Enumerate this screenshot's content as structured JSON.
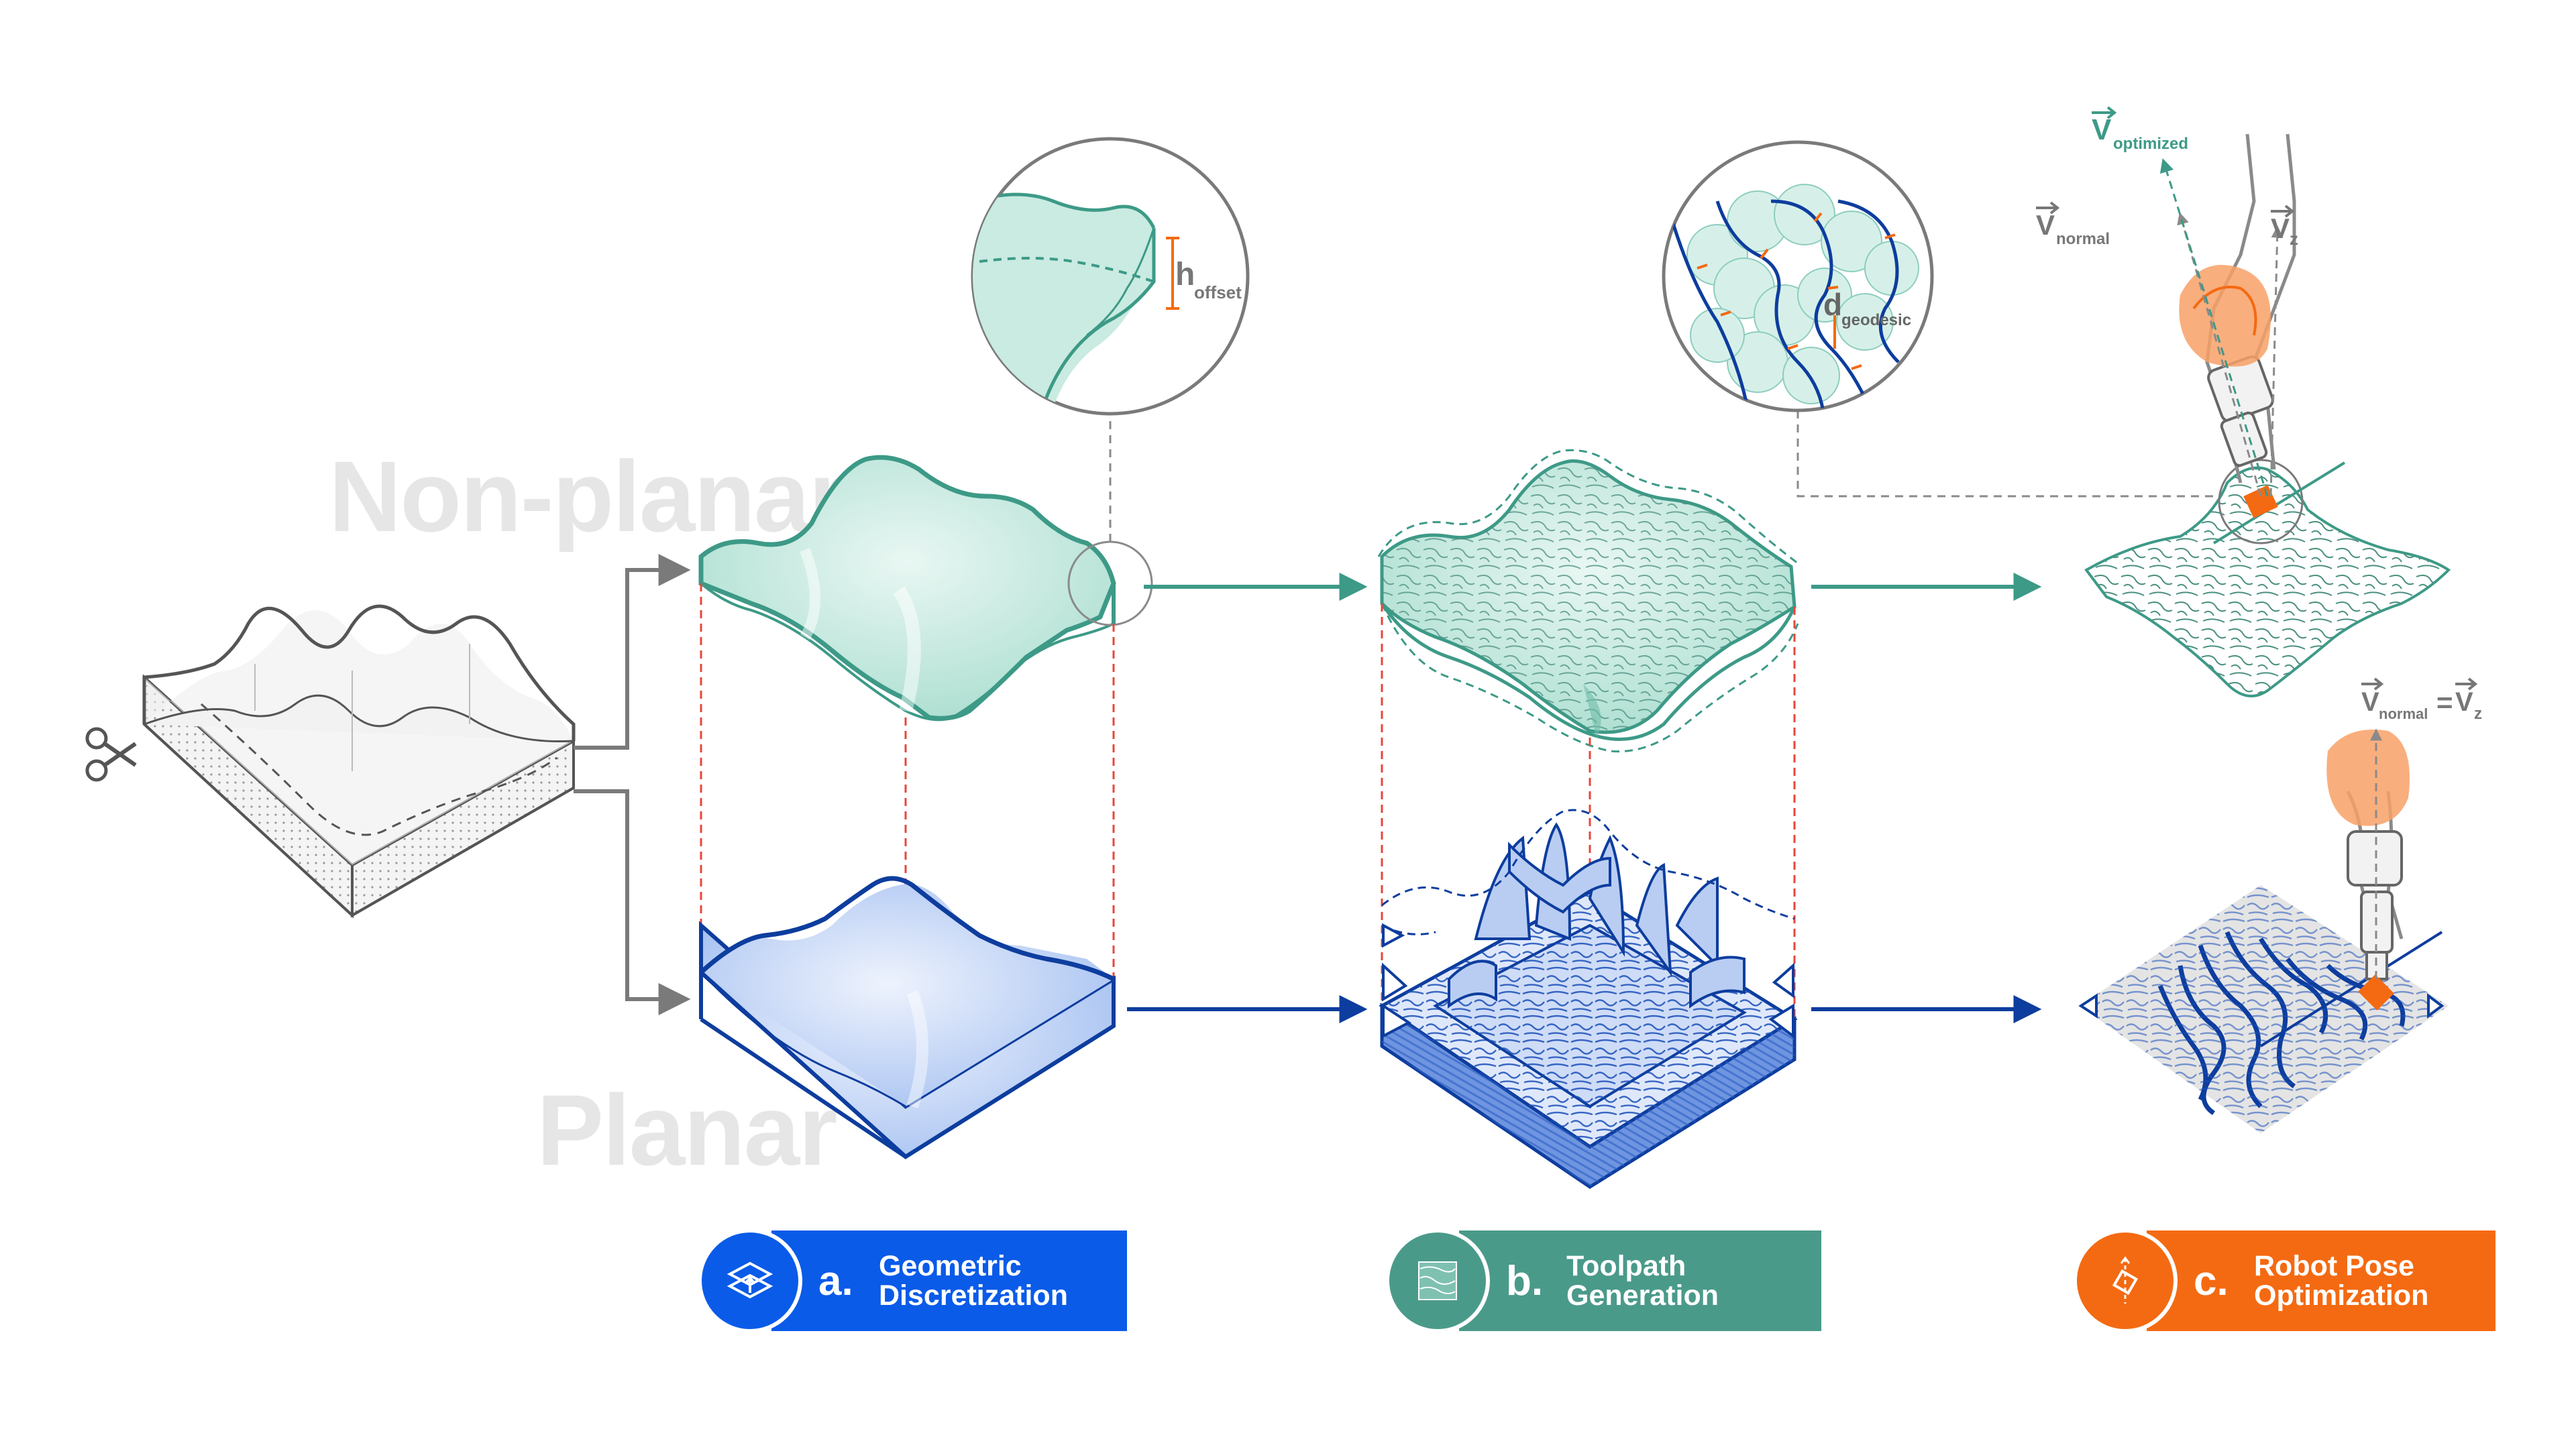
{
  "labels": {
    "non_planar": "Non-planar",
    "planar": "Planar",
    "h_main": "h",
    "h_sub": "offset",
    "d_main": "d",
    "d_sub": "geodesic",
    "v_opt_main": "V",
    "v_opt_sub": "optimized",
    "v_normal_main": "V",
    "v_normal_sub": "normal",
    "v_z_main": "V",
    "v_z_sub": "z",
    "v_normal2_main": "V",
    "v_normal2_sub": "normal",
    "equals": "=",
    "v_z2_main": "V",
    "v_z2_sub": "z"
  },
  "steps": [
    {
      "letter": "a.",
      "line1": "Geometric",
      "line2": "Discretization",
      "color": "#0a5be8",
      "icon": "layer-stack-icon"
    },
    {
      "letter": "b.",
      "line1": "Toolpath",
      "line2": "Generation",
      "color": "#4a9a8a",
      "icon": "toolpath-pattern-icon"
    },
    {
      "letter": "c.",
      "line1": "Robot Pose",
      "line2": "Optimization",
      "color": "#f46a12",
      "icon": "nozzle-icon"
    }
  ],
  "colors": {
    "teal": "#3d9a87",
    "teal_light": "#bfe6db",
    "blue": "#0d3d9e",
    "blue_light": "#b9cdf3",
    "gray": "#7a7a7a",
    "red_dashed": "#e8463a",
    "orange": "#f46a12"
  }
}
